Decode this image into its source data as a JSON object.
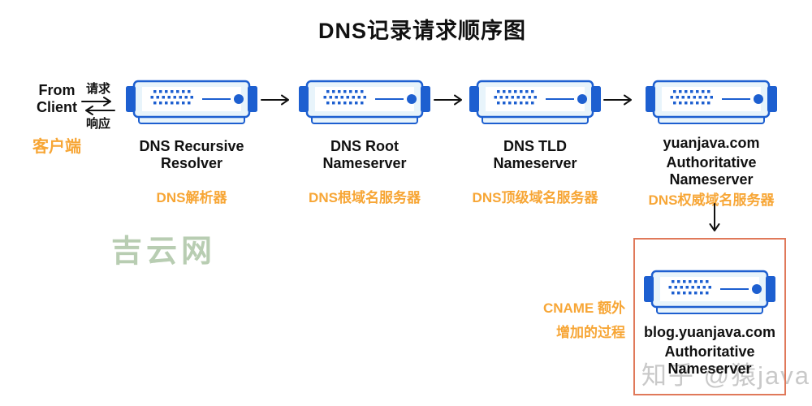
{
  "title": "DNS记录请求顺序图",
  "client": {
    "from_line1": "From",
    "from_line2": "Client",
    "cn_label": "客户端",
    "request_label": "请求",
    "response_label": "响应"
  },
  "servers": [
    {
      "en_line1": "DNS Recursive",
      "en_line2": "Resolver",
      "cn_label": "DNS解析器"
    },
    {
      "en_line1": "DNS Root",
      "en_line2": "Nameserver",
      "cn_label": "DNS根域名服务器"
    },
    {
      "en_line1": "DNS TLD",
      "en_line2": "Nameserver",
      "cn_label": "DNS顶级域名服务器"
    },
    {
      "domain": "yuanjava.com",
      "en_line1": "Authoritative",
      "en_line2": "Nameserver",
      "cn_label": "DNS权威域名服务器"
    }
  ],
  "cname_box": {
    "note_line1": "CNAME 额外",
    "note_line2": "增加的过程",
    "domain": "blog.yuanjava.com",
    "en_line1": "Authoritative",
    "en_line2": "Nameserver"
  },
  "watermarks": {
    "site": "吉云网",
    "author": "知乎 @猿java"
  },
  "icons": {
    "server": "server-device-icon",
    "flow_arrow": "arrow-right-icon",
    "request_arrow": "arrow-right-icon",
    "response_arrow": "arrow-left-icon",
    "cname_arrow": "arrow-down-icon"
  },
  "colors": {
    "accent_orange": "#F7A636",
    "primary_blue": "#1D5FD0",
    "light_blue": "#E8F4FB",
    "box_border": "#E0795A",
    "watermark_green": "#B8CDB2",
    "watermark_gray": "#C9C9C9",
    "text": "#111111"
  }
}
